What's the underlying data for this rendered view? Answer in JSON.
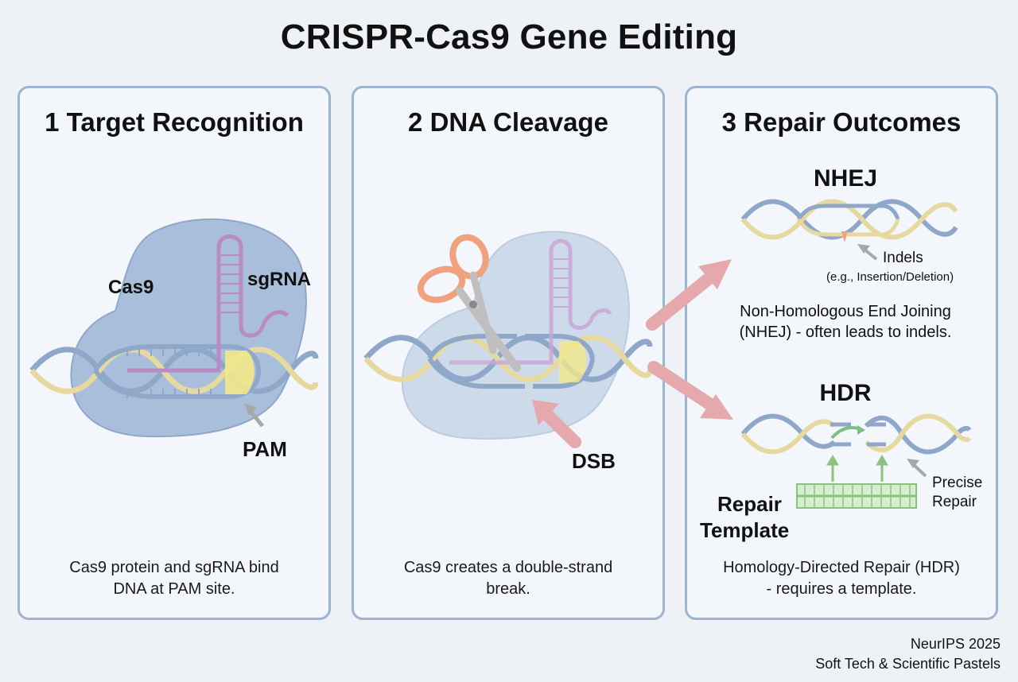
{
  "title": "CRISPR-Cas9 Gene Editing",
  "panels": [
    {
      "title": "1 Target Recognition",
      "labels": {
        "cas9": "Cas9",
        "sgrna": "sgRNA",
        "pam": "PAM"
      },
      "caption": [
        "Cas9 protein and sgRNA bind",
        "DNA at PAM site."
      ]
    },
    {
      "title": "2 DNA Cleavage",
      "labels": {
        "dsb": "DSB"
      },
      "caption": [
        "Cas9 creates a double-strand",
        "break."
      ]
    },
    {
      "title": "3 Repair Outcomes",
      "nhej": {
        "title": "NHEJ",
        "indels": "Indels",
        "indels_note": "(e.g., Insertion/Deletion)",
        "description": [
          "Non-Homologous End Joining",
          "(NHEJ) - often leads to indels."
        ]
      },
      "hdr": {
        "title": "HDR",
        "precise": [
          "Precise",
          "Repair"
        ],
        "template": [
          "Repair",
          "Template"
        ]
      },
      "caption": [
        "Homology-Directed Repair (HDR)",
        "- requires a template."
      ]
    }
  ],
  "footer": [
    "NeurIPS 2025",
    "Soft Tech & Scientific Pastels"
  ],
  "colors": {
    "strand_blue": "#8fa7c8",
    "strand_yellow": "#e6d9a0",
    "cas9_fill": "#a9bedb",
    "sgrna": "#b98ac4",
    "pam": "#f2e98a",
    "arrow_pink": "#eab7b7",
    "template_green": "#b9dcae",
    "scissors": "#f0a27f"
  }
}
